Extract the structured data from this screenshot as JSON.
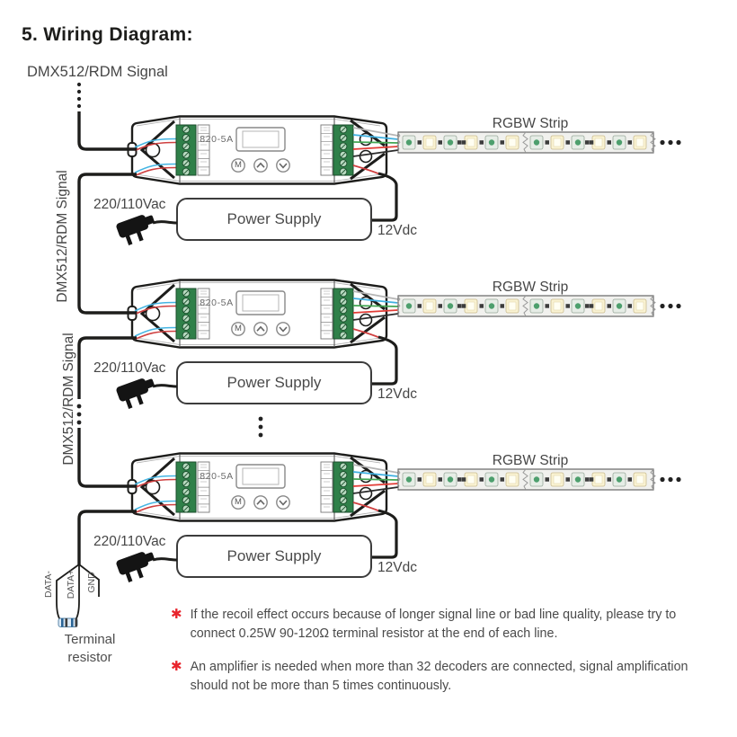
{
  "title": "5.  Wiring Diagram:",
  "signal": {
    "label": "DMX512/RDM Signal"
  },
  "decoder": {
    "model": "820-5A",
    "menu_button": "M"
  },
  "strip": {
    "label": "RGBW Strip"
  },
  "power": {
    "supply_label": "Power Supply",
    "ac_label": "220/110Vac",
    "dc_label": "12Vdc"
  },
  "resistor": {
    "caption": "Terminal resistor",
    "pin_data_minus": "DATA-",
    "pin_data_plus": "DATA+",
    "pin_gnd": "GND"
  },
  "notes": [
    {
      "marker": "✱",
      "text": "If the recoil effect occurs because of longer signal line or bad line quality, please try to connect 0.25W 90-120Ω terminal resistor at the end of each line."
    },
    {
      "marker": "✱",
      "text": "An amplifier is needed when more than 32 decoders are connected, signal amplification should not be more than 5 times continuously."
    }
  ],
  "colors": {
    "line": "#1d1d1b",
    "accent_red": "#e8242c",
    "terminal_green": "#2f8049",
    "wire_cyan": "#45b5e3",
    "wire_red": "#cf4040",
    "wire_green": "#43a653",
    "wire_blue": "#3fb0e0",
    "wire_gray": "#b5b5b5"
  }
}
